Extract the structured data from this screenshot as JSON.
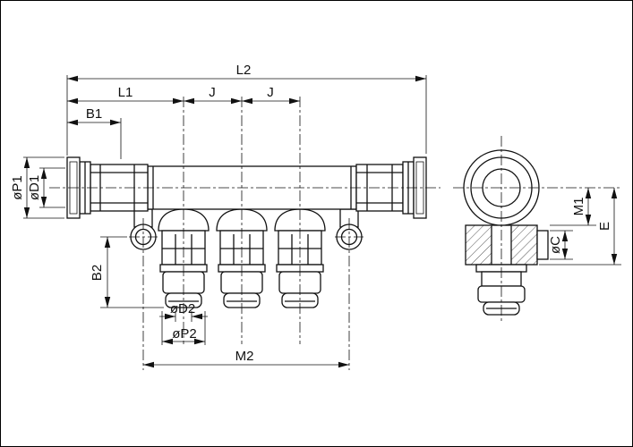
{
  "colors": {
    "line": "#111111",
    "background": "#ffffff"
  },
  "labels": {
    "l2": "L2",
    "l1": "L1",
    "j_left": "J",
    "j_right": "J",
    "b1": "B1",
    "p1": "øP1",
    "d1": "øD1",
    "b2": "B2",
    "d2": "øD2",
    "p2": "øP2",
    "m2": "M2",
    "m1": "M1",
    "c": "øC",
    "e": "E"
  }
}
